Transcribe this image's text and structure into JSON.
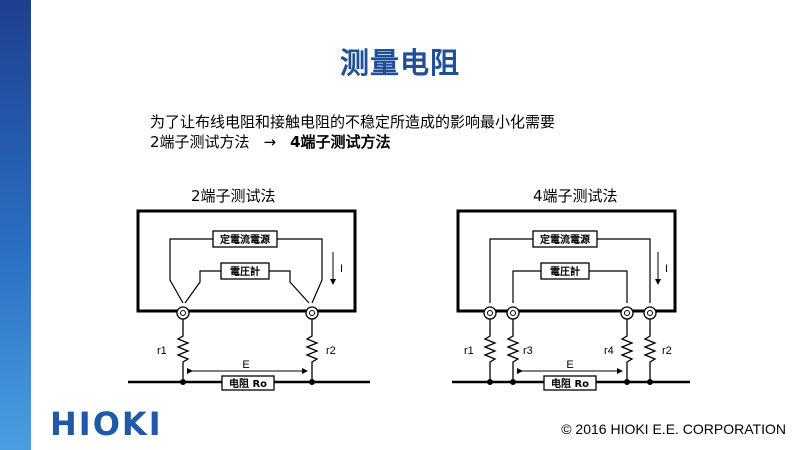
{
  "slide": {
    "title": "测量电阻",
    "description_line1": "为了让布线电阻和接触电阻的不稳定所造成的影响最小化需要",
    "method_from": "2端子测试方法",
    "arrow": "→",
    "method_to": "4端子测试方法",
    "logo": "HIOKI",
    "copyright": "© 2016  HIOKI E.E. CORPORATION",
    "colors": {
      "accent": "#1f4e9a",
      "sidebar_top": "#1f3f8f",
      "sidebar_bottom": "#4a9ee0"
    }
  },
  "diagrams": {
    "two_terminal": {
      "caption": "2端子测试法",
      "current_source": "定電流電源",
      "voltmeter": "電圧計",
      "current_label": "I",
      "resistor_left": "r1",
      "resistor_right": "r2",
      "voltage_label": "E",
      "dut": "电阻 Ro"
    },
    "four_terminal": {
      "caption": "4端子测试法",
      "current_source": "定電流電源",
      "voltmeter": "電圧計",
      "current_label": "I",
      "resistor_1": "r1",
      "resistor_2": "r3",
      "resistor_3": "r4",
      "resistor_4": "r2",
      "voltage_label": "E",
      "dut": "电阻 Ro"
    }
  }
}
